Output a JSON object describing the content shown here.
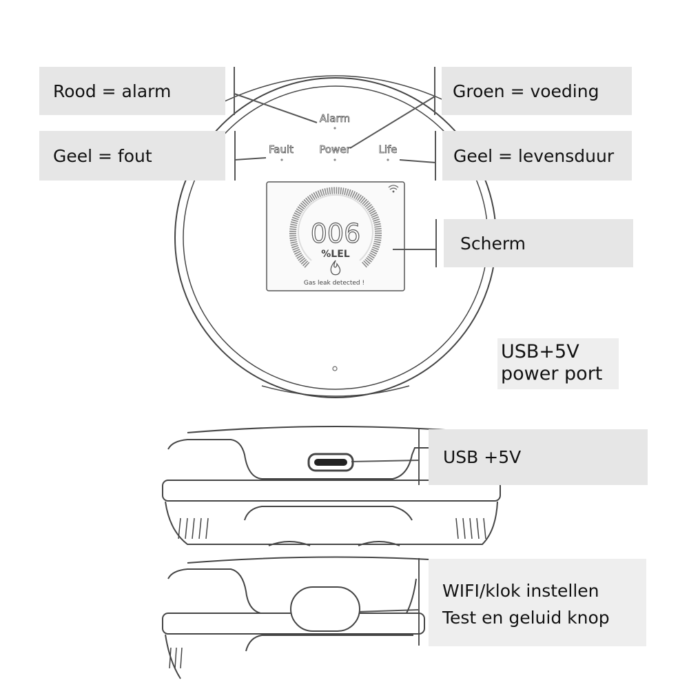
{
  "callouts": {
    "red": "Rood = alarm",
    "green": "Groen = voeding",
    "yellow_fault": "Geel = fout",
    "yellow_life": "Geel = levensduur",
    "screen": "Scherm",
    "usb_port_line1": "USB+5V",
    "usb_port_line2": "power port",
    "usb": "USB +5V",
    "button_line1": "WIFI/klok instellen",
    "button_line2": "Test en geluid knop"
  },
  "device": {
    "led_alarm": "Alarm",
    "led_fault": "Fault",
    "led_power": "Power",
    "led_life": "Life",
    "display_value": "006",
    "display_unit": "%LEL",
    "display_message": "Gas leak detected !"
  }
}
